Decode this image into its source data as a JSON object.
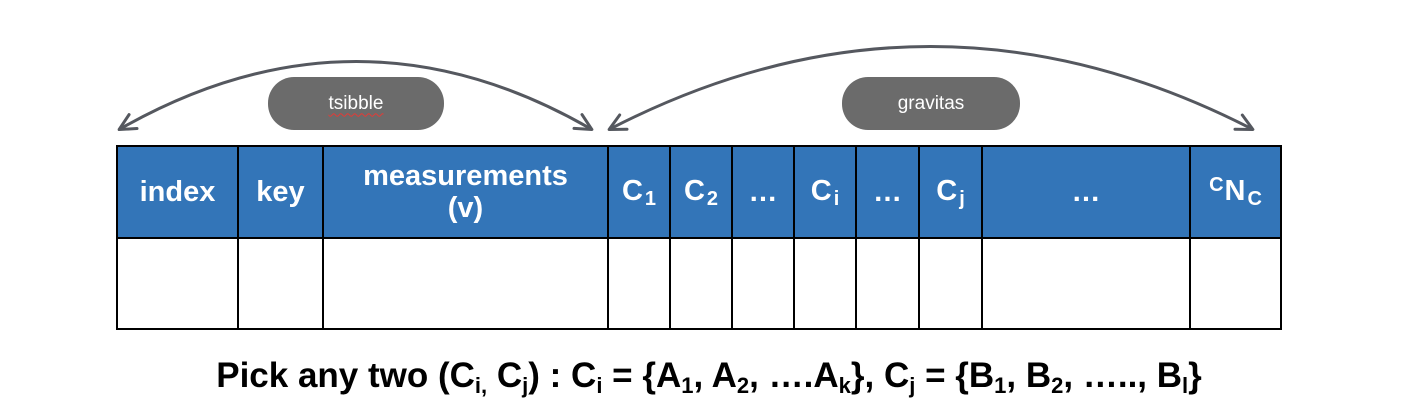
{
  "annotations": {
    "tsibble_label": "tsibble",
    "gravitas_label": "gravitas"
  },
  "colors": {
    "header_fill": "#3375b8",
    "pill_fill": "#6b6b6b",
    "arrow": "#55585f"
  },
  "table": {
    "headers": {
      "index": "index",
      "key": "key",
      "measurements_line1": "measurements",
      "measurements_line2": "(v)",
      "c1_letter": "C",
      "c1_sub": "1",
      "c2_letter": "C",
      "c2_sub": "2",
      "ellipsis1": "…",
      "ci_letter": "C",
      "ci_sub": "i",
      "ellipsis2": "…",
      "cj_letter": "C",
      "cj_sub": "j",
      "ellipsis3": "…",
      "cn_sup": "C",
      "cn_letter": "N",
      "cn_sub": "C"
    }
  },
  "caption": {
    "p1": "Pick any two (C",
    "s1": "i,",
    "p2": " C",
    "s2": "j",
    "p3": ") : C",
    "s3": "i",
    "p4": " = {A",
    "s4": "1",
    "p5": ", A",
    "s5": "2",
    "p6": ", ….A",
    "s6": "k",
    "p7": "}, C",
    "s7": "j",
    "p8": " = {B",
    "s8": "1",
    "p9": ", B",
    "s9": "2",
    "p10": ", ….., B",
    "s10": "l",
    "p11": "}"
  }
}
